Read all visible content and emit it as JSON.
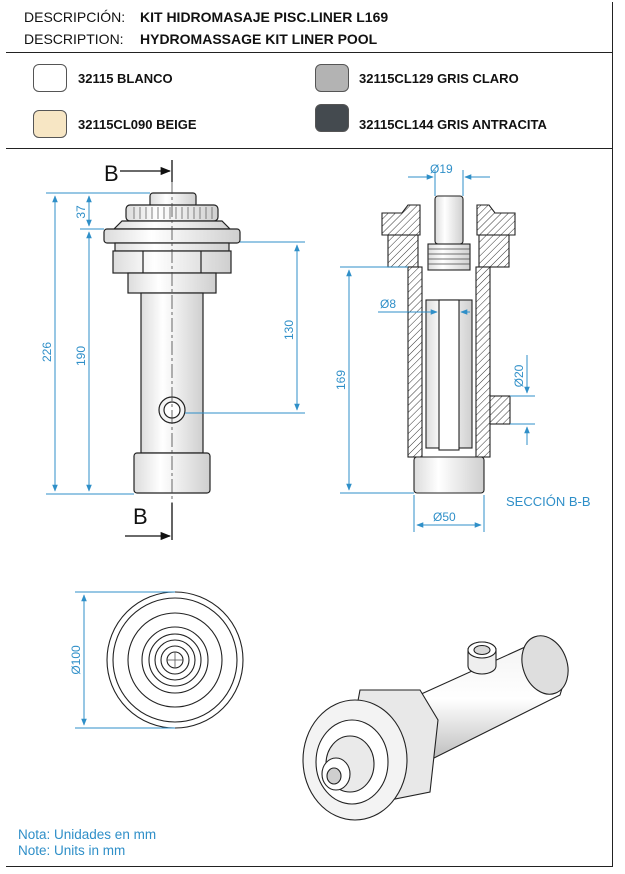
{
  "header": {
    "description_es_label": "DESCRIPCIÓN:",
    "description_es_value": "KIT HIDROMASAJE PISC.LINER L169",
    "description_en_label": "DESCRIPTION:",
    "description_en_value": "HYDROMASSAGE KIT LINER POOL"
  },
  "variants": [
    {
      "code": "32115 BLANCO",
      "color": "#ffffff"
    },
    {
      "code": "32115CL090 BEIGE",
      "color": "#f7e6c4"
    },
    {
      "code": "32115CL129 GRIS CLARO",
      "color": "#b3b3b3"
    },
    {
      "code": "32115CL144 GRIS ANTRACITA",
      "color": "#444a4f"
    }
  ],
  "drawing": {
    "section_marker": "B",
    "section_title": "SECCIÓN B-B",
    "dimensions": {
      "overall_height": "226",
      "head_height": "37",
      "body_height": "190",
      "thread_to_inlet": "130",
      "nozzle_diameter": "Ø19",
      "inner_diameter": "Ø8",
      "section_height": "169",
      "inlet_diameter": "Ø20",
      "base_diameter": "Ø50",
      "flange_diameter": "Ø100"
    }
  },
  "notes": {
    "es": "Nota: Unidades en mm",
    "en": "Note: Units in mm"
  },
  "colors": {
    "dimension": "#2f8fc8",
    "line": "#222222"
  }
}
